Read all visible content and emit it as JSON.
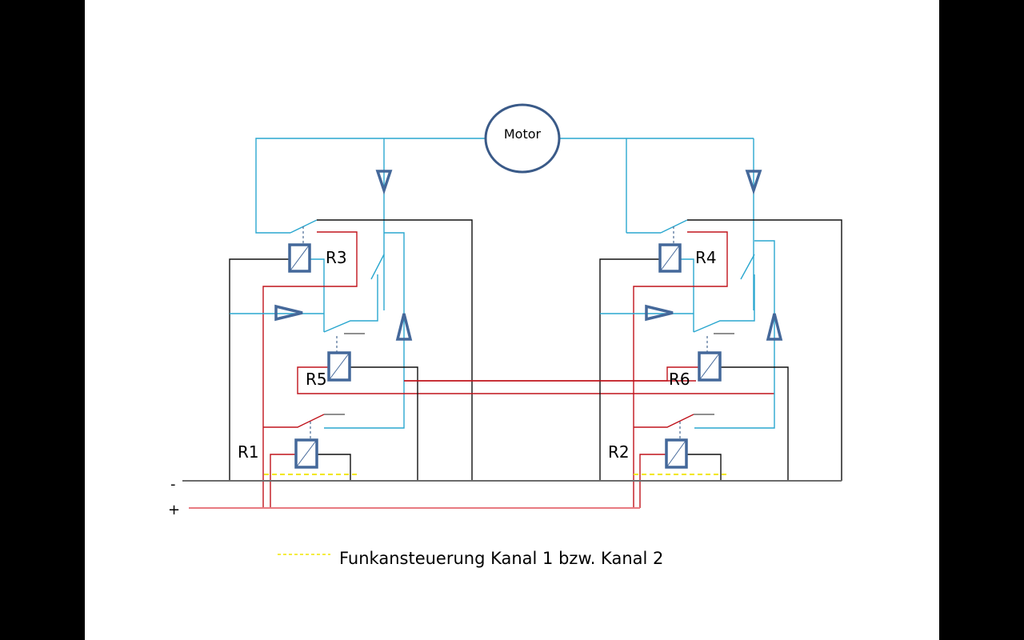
{
  "slide": {
    "background": "#ffffff",
    "letterbox_color": "#000000"
  },
  "diagram": {
    "motor_label": "Motor",
    "relays": {
      "r1": "R1",
      "r2": "R2",
      "r3": "R3",
      "r4": "R4",
      "r5": "R5",
      "r6": "R6"
    },
    "rails": {
      "minus": "-",
      "plus": "+"
    },
    "legend": {
      "text": "Funkansteuerung Kanal 1 bzw. Kanal 2",
      "line_style": "yellow-dashed"
    },
    "colors": {
      "motor_circuit": "#2aa7cf",
      "positive": "#c0141c",
      "negative": "#111111",
      "component": "#44689a",
      "radio_control": "#f2e600"
    },
    "components": [
      {
        "type": "motor",
        "label": "Motor"
      },
      {
        "type": "relay",
        "label": "R1",
        "group": "channel-1"
      },
      {
        "type": "relay",
        "label": "R3",
        "group": "channel-1"
      },
      {
        "type": "relay",
        "label": "R5",
        "group": "channel-1"
      },
      {
        "type": "relay",
        "label": "R2",
        "group": "channel-2"
      },
      {
        "type": "relay",
        "label": "R4",
        "group": "channel-2"
      },
      {
        "type": "relay",
        "label": "R6",
        "group": "channel-2"
      },
      {
        "type": "diode",
        "count": 6
      }
    ]
  }
}
